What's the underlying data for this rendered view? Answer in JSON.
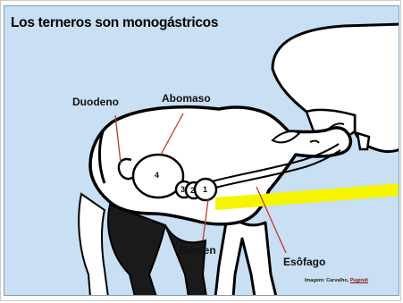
{
  "title": "Los terneros son monogástricos",
  "labels": {
    "duodeno": "Duodeno",
    "abomaso": "Abomaso",
    "rumen": "Rúmen",
    "esofago": "Esôfago"
  },
  "compartments": [
    "4",
    "3",
    "2",
    "1"
  ],
  "credit": {
    "prefix": "Imagem: Carvalho,",
    "name": "Pugindi"
  },
  "colors": {
    "background": "#c9dff3",
    "milk_stream": "#f5f500",
    "outline": "#000000",
    "pointer_lines": "#c0392b"
  }
}
